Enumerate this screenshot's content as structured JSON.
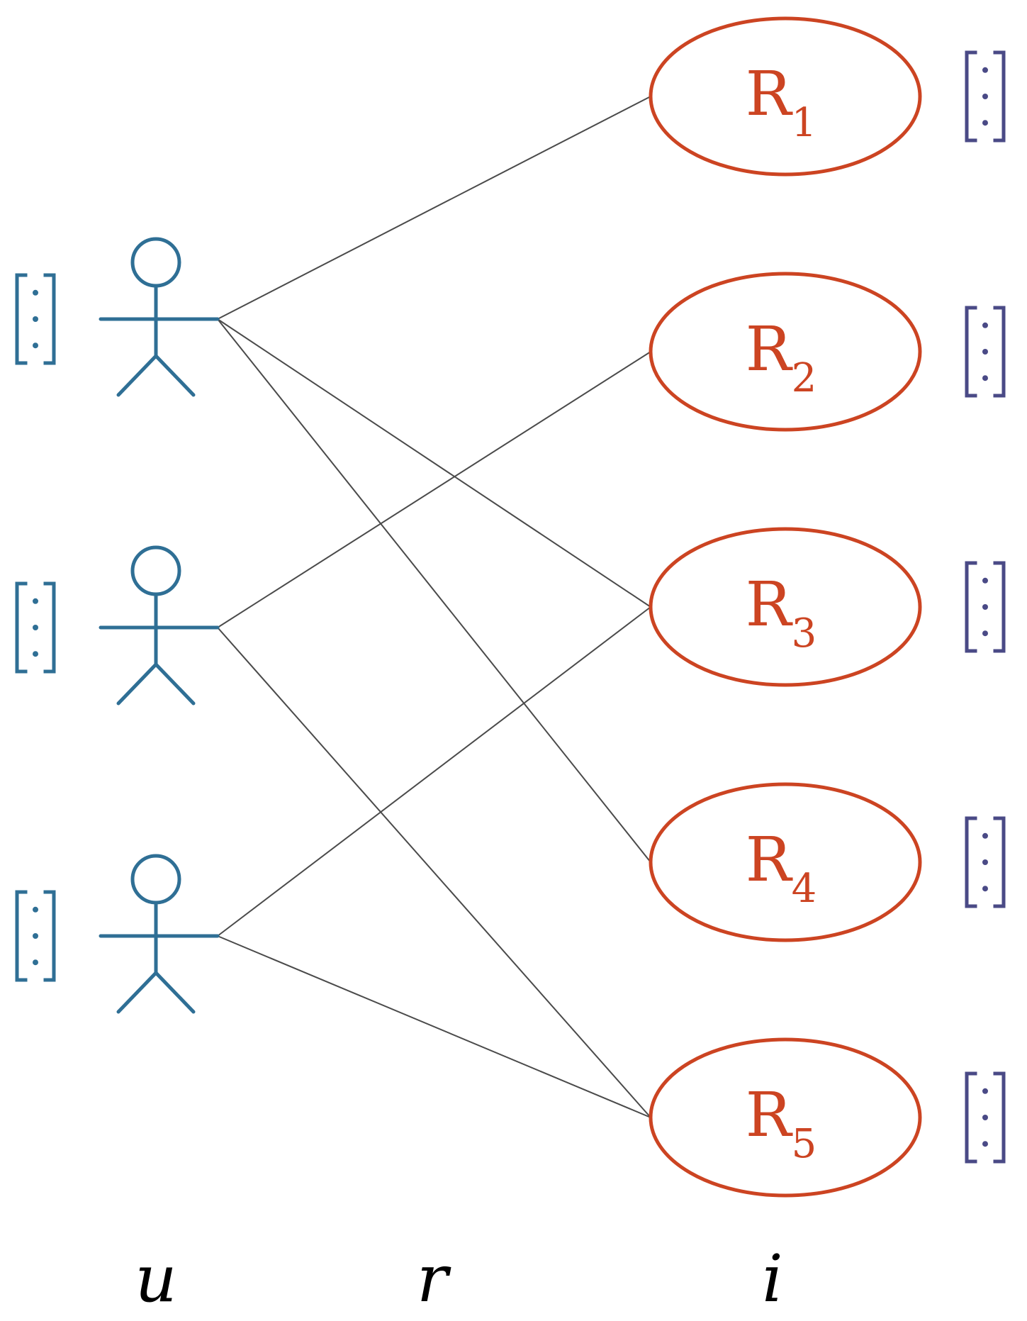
{
  "colors": {
    "user": "#2f6f95",
    "item": "#cc4422",
    "item_vector": "#4a4a86",
    "edge": "#4a4a4a",
    "background": "#ffffff"
  },
  "users": [
    {
      "id": "u1",
      "icon": "person-icon",
      "vector_icon": "vector-icon"
    },
    {
      "id": "u2",
      "icon": "person-icon",
      "vector_icon": "vector-icon"
    },
    {
      "id": "u3",
      "icon": "person-icon",
      "vector_icon": "vector-icon"
    }
  ],
  "items": [
    {
      "label": "R",
      "sub": "1",
      "vector_icon": "vector-icon"
    },
    {
      "label": "R",
      "sub": "2",
      "vector_icon": "vector-icon"
    },
    {
      "label": "R",
      "sub": "3",
      "vector_icon": "vector-icon"
    },
    {
      "label": "R",
      "sub": "4",
      "vector_icon": "vector-icon"
    },
    {
      "label": "R",
      "sub": "5",
      "vector_icon": "vector-icon"
    }
  ],
  "edges": [
    {
      "user": 0,
      "item": 0
    },
    {
      "user": 0,
      "item": 2
    },
    {
      "user": 0,
      "item": 3
    },
    {
      "user": 1,
      "item": 1
    },
    {
      "user": 1,
      "item": 4
    },
    {
      "user": 2,
      "item": 2
    },
    {
      "user": 2,
      "item": 4
    }
  ],
  "column_labels": {
    "users": "u",
    "relations": "r",
    "items": "i"
  }
}
